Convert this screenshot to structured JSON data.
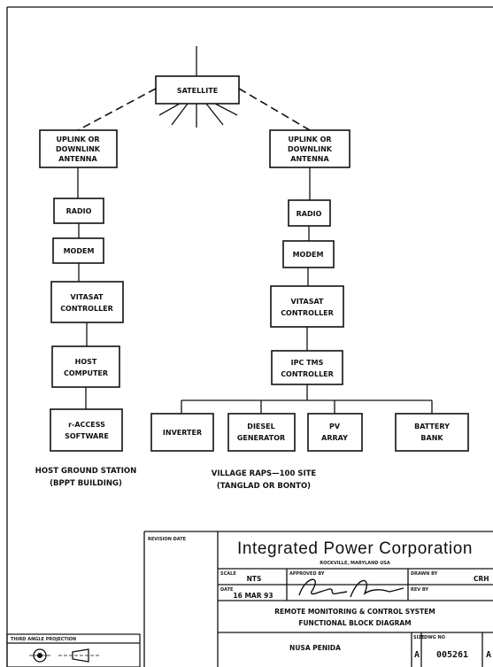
{
  "diagram": {
    "satellite": "SATELLITE",
    "left": {
      "antenna": [
        "UPLINK OR",
        "DOWNLINK",
        "ANTENNA"
      ],
      "radio": "RADIO",
      "modem": "MODEM",
      "controller": [
        "VITASAT",
        "CONTROLLER"
      ],
      "host_computer": [
        "HOST",
        "COMPUTER"
      ],
      "software": [
        "r-ACCESS",
        "SOFTWARE"
      ],
      "caption": [
        "HOST GROUND STATION",
        "(BPPT BUILDING)"
      ]
    },
    "right": {
      "antenna": [
        "UPLINK OR",
        "DOWNLINK",
        "ANTENNA"
      ],
      "radio": "RADIO",
      "modem": "MODEM",
      "controller": [
        "VITASAT",
        "CONTROLLER"
      ],
      "tms_controller": [
        "IPC TMS",
        "CONTROLLER"
      ],
      "inverter": "INVERTER",
      "diesel": [
        "DIESEL",
        "GENERATOR"
      ],
      "pv": [
        "PV",
        "ARRAY"
      ],
      "battery": [
        "BATTERY",
        "BANK"
      ],
      "caption": [
        "VILLAGE RAPS—100 SITE",
        "(TANGLAD OR BONTO)"
      ]
    }
  },
  "title_block": {
    "revision_label": "REVISION DATE",
    "company": "Integrated Power Corporation",
    "location": "ROCKVILLE, MARYLAND USA",
    "scale_label": "SCALE",
    "scale": "NTS",
    "approved_label": "APPROVED BY",
    "drawn_label": "DRAWN BY",
    "drawn_by": "CRH",
    "date_label": "DATE",
    "date": "16 MAR 93",
    "rev_label": "REV BY",
    "title_line1": "REMOTE MONITORING & CONTROL SYSTEM",
    "title_line2": "FUNCTIONAL BLOCK DIAGRAM",
    "project": "NUSA PENIDA",
    "size_label": "SIZE",
    "dwg_label": "DWG NO",
    "size": "A",
    "dwg_no": "005261",
    "rev_cut": "A",
    "projection_label": "THIRD ANGLE PROJECTION"
  }
}
